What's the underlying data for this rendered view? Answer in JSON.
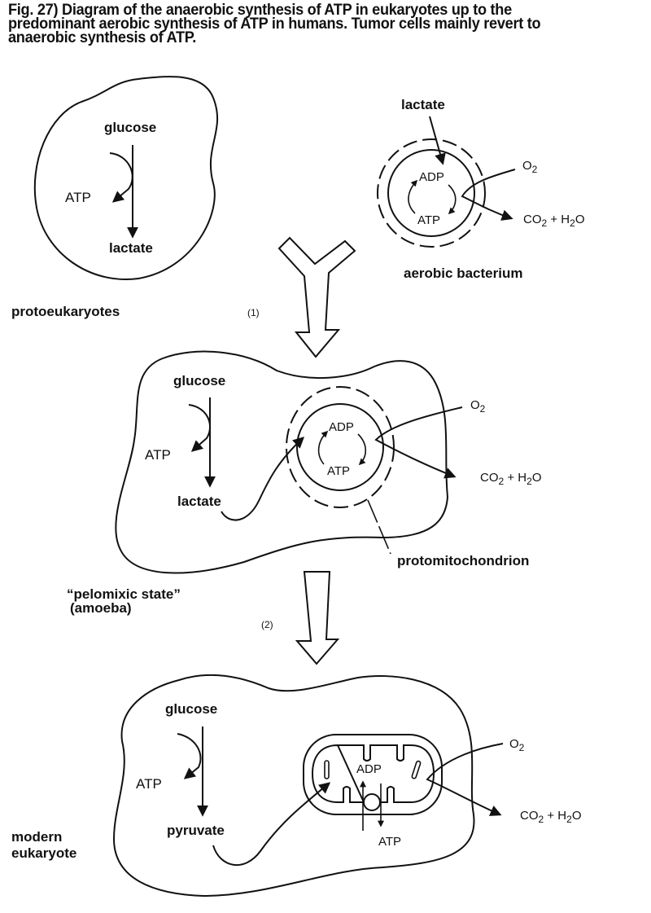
{
  "caption": {
    "line1": "Fig. 27)   Diagram of the anaerobic synthesis of ATP in eukaryotes up to the",
    "line2": "predominant aerobic synthesis of ATP in humans. Tumor cells mainly revert to",
    "line3": "anaerobic synthesis of ATP."
  },
  "panel1": {
    "cell": {
      "glucose": "glucose",
      "atp": "ATP",
      "product": "lactate",
      "label": "protoeukaryotes"
    },
    "bacterium": {
      "input": "lactate",
      "adp": "ADP",
      "atp": "ATP",
      "o2": "O",
      "o2_sub": "2",
      "out_co2": "CO",
      "out_co2_sub": "2",
      "out_plus": " + H",
      "out_h2_sub": "2",
      "out_o": "O",
      "label": "aerobic bacterium"
    },
    "step": "(1)"
  },
  "panel2": {
    "cell": {
      "glucose": "glucose",
      "atp": "ATP",
      "product": "lactate",
      "label_line1": "“pelomixic state”",
      "label_line2": "(amoeba)"
    },
    "organelle": {
      "adp": "ADP",
      "atp": "ATP",
      "o2": "O",
      "o2_sub": "2",
      "out_co2": "CO",
      "out_co2_sub": "2",
      "out_plus": " + H",
      "out_h2_sub": "2",
      "out_o": "O",
      "label": "protomitochondrion"
    },
    "step": "(2)"
  },
  "panel3": {
    "cell": {
      "glucose": "glucose",
      "atp": "ATP",
      "product": "pyruvate",
      "label_line1": "modern",
      "label_line2": "eukaryote"
    },
    "mitochondrion": {
      "adp": "ADP",
      "atp": "ATP",
      "o2": "O",
      "o2_sub": "2",
      "out_co2": "CO",
      "out_co2_sub": "2",
      "out_plus": " + H",
      "out_h2_sub": "2",
      "out_o": "O"
    }
  }
}
